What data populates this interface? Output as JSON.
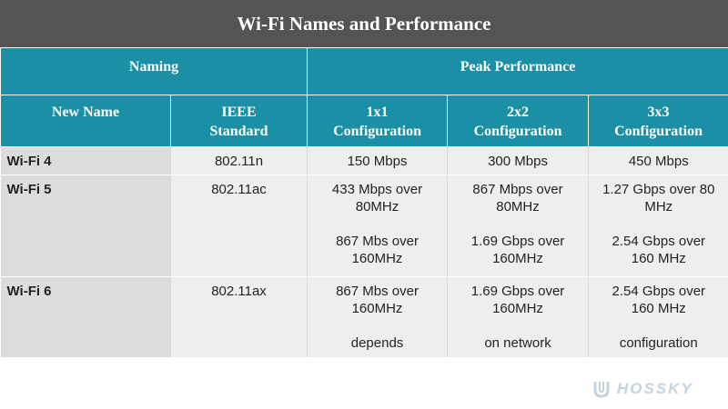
{
  "title": "Wi-Fi Names and Performance",
  "header_groups": {
    "naming": "Naming",
    "peak": "Peak Performance"
  },
  "columns": {
    "new_name": "New Name",
    "ieee": [
      "IEEE",
      "Standard"
    ],
    "c1x1": [
      "1x1",
      "Configuration"
    ],
    "c2x2": [
      "2x2",
      "Configuration"
    ],
    "c3x3": [
      "3x3",
      "Configuration"
    ]
  },
  "rows": [
    {
      "name": "Wi-Fi 4",
      "standard": "802.11n",
      "c1x1": [
        "150 Mbps"
      ],
      "c2x2": [
        "300 Mbps"
      ],
      "c3x3": [
        "450 Mbps"
      ]
    },
    {
      "name": "Wi-Fi 5",
      "standard": "802.11ac",
      "c1x1": [
        "433 Mbps over",
        "80MHz",
        "867 Mbs over",
        "160MHz"
      ],
      "c2x2": [
        "867 Mbps over",
        "80MHz",
        "1.69 Gbps over",
        "160MHz"
      ],
      "c3x3": [
        "1.27 Gbps over 80",
        "MHz",
        "2.54 Gbps over",
        "160 MHz"
      ]
    },
    {
      "name": "Wi-Fi 6",
      "standard": "802.11ax",
      "c1x1": [
        "867 Mbs over",
        "160MHz",
        "depends"
      ],
      "c2x2": [
        "1.69 Gbps over",
        "160MHz",
        "on network"
      ],
      "c3x3": [
        "2.54 Gbps over",
        "160 MHz",
        "configuration"
      ]
    }
  ],
  "watermark": "HOSSKY"
}
